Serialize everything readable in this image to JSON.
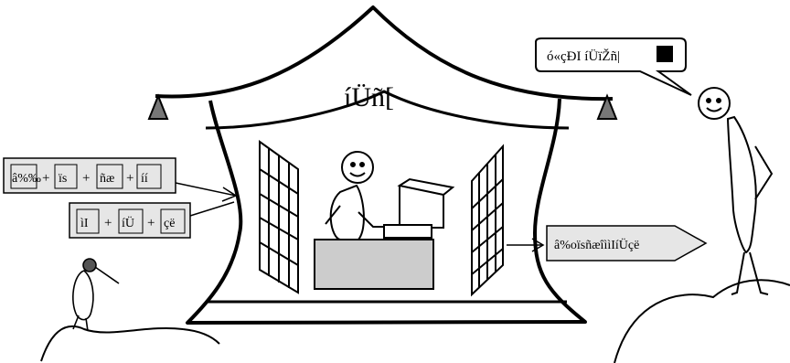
{
  "building": {
    "title": "íÜñ["
  },
  "input_row_1": {
    "tokens": [
      "â%‰",
      "ïs",
      "ñæ",
      "íí"
    ],
    "operators": [
      "+",
      "+",
      "+"
    ]
  },
  "input_row_2": {
    "tokens": [
      "ìI",
      "íÜ",
      "çë"
    ],
    "operators": [
      "+",
      "+"
    ]
  },
  "output_arrow": {
    "label": "â%oïsñæîììIíÜçë"
  },
  "speech_bubble": {
    "text": "ó«çÐI íÜïŽñ|"
  },
  "colors": {
    "line": "#000000",
    "box_fill": "#e6e6e6",
    "desk_fill": "#cccccc",
    "background": "#ffffff"
  }
}
